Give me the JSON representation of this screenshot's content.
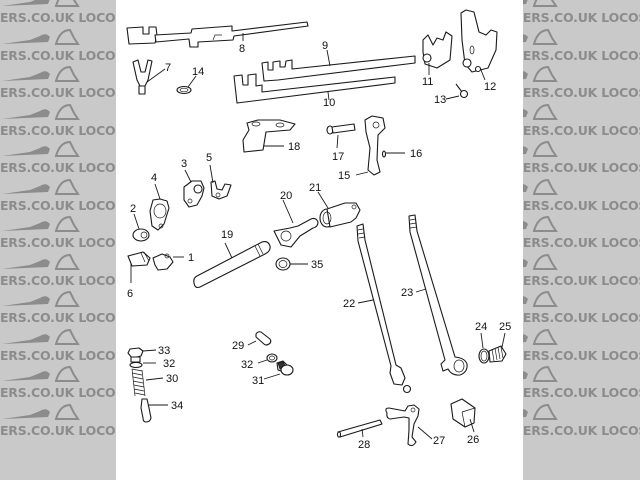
{
  "watermark": {
    "text": "LOCOSTBUILDERS.CO.UK",
    "partial_left": "DERS.CO.UK",
    "partial_right": "LOCOSTBUILDERS.CO.UK",
    "colors": {
      "background": "#c9c9c9",
      "text": "#8c8c8c"
    }
  },
  "diagram": {
    "title": "",
    "panel_color": "#ffffff",
    "parts": [
      {
        "id": "1",
        "label": "1"
      },
      {
        "id": "2",
        "label": "2"
      },
      {
        "id": "3",
        "label": "3"
      },
      {
        "id": "4",
        "label": "4"
      },
      {
        "id": "5",
        "label": "5"
      },
      {
        "id": "6",
        "label": "6"
      },
      {
        "id": "7",
        "label": "7"
      },
      {
        "id": "8",
        "label": "8"
      },
      {
        "id": "9",
        "label": "9"
      },
      {
        "id": "10",
        "label": "10"
      },
      {
        "id": "11",
        "label": "11"
      },
      {
        "id": "12",
        "label": "12"
      },
      {
        "id": "13",
        "label": "13"
      },
      {
        "id": "14",
        "label": "14"
      },
      {
        "id": "15",
        "label": "15"
      },
      {
        "id": "16",
        "label": "16"
      },
      {
        "id": "17",
        "label": "17"
      },
      {
        "id": "18",
        "label": "18"
      },
      {
        "id": "19",
        "label": "19"
      },
      {
        "id": "20",
        "label": "20"
      },
      {
        "id": "21",
        "label": "21"
      },
      {
        "id": "22",
        "label": "22"
      },
      {
        "id": "23",
        "label": "23"
      },
      {
        "id": "24",
        "label": "24"
      },
      {
        "id": "25",
        "label": "25"
      },
      {
        "id": "26",
        "label": "26"
      },
      {
        "id": "27",
        "label": "27"
      },
      {
        "id": "28",
        "label": "28"
      },
      {
        "id": "29",
        "label": "29"
      },
      {
        "id": "30",
        "label": "30"
      },
      {
        "id": "31",
        "label": "31"
      },
      {
        "id": "32a",
        "label": "32"
      },
      {
        "id": "32b",
        "label": "32"
      },
      {
        "id": "33",
        "label": "33"
      },
      {
        "id": "34",
        "label": "34"
      },
      {
        "id": "35",
        "label": "35"
      }
    ]
  }
}
